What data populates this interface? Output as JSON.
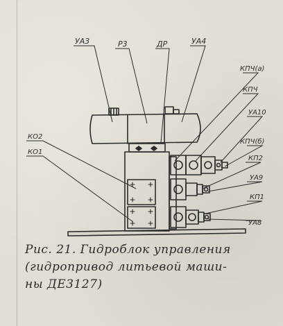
{
  "labels": {
    "ua3": "УА3",
    "r3": "Р3",
    "dr": "ДР",
    "ua4": "УА4",
    "kpch_a": "КПЧ(а)",
    "kpch": "КПЧ",
    "ua10": "УА10",
    "kpch_b": "КПЧ(б)",
    "kp2": "КП2",
    "ua9": "УА9",
    "kp1": "КП1",
    "ua8": "УА8",
    "ko2": "КО2",
    "ko1": "КО1"
  },
  "caption": {
    "line1": "Рис. 21. Гидроблок управления",
    "line2": "(гидропривод литьевой маши-",
    "line3": "ны  ДЕ3127)"
  }
}
